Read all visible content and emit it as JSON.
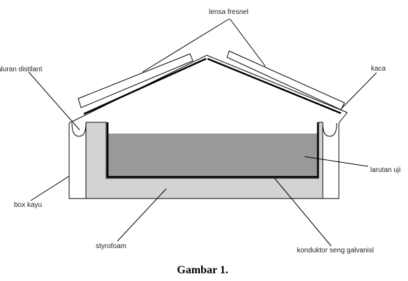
{
  "labels": {
    "fresnel": "lensa fresnel",
    "distillate": "aluran distilant",
    "glass": "kaca",
    "test_solution": "larutan uji",
    "wood_box": "box kayu",
    "styrofoam": "styrofoam",
    "conductor": "konduktor seng galvanisl"
  },
  "caption": "Gambar 1.",
  "colors": {
    "styrofoam": "#d3d3d3",
    "solution": "#999999",
    "outline": "#000000"
  }
}
